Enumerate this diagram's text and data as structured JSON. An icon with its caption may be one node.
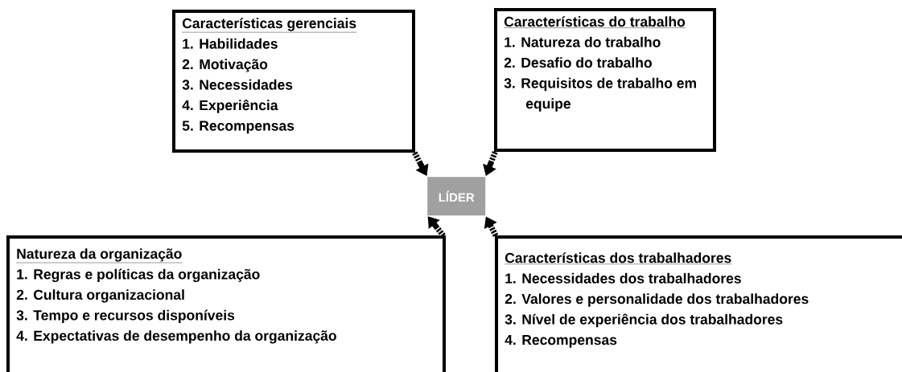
{
  "diagram": {
    "nodes": [
      {
        "text": [
          "Características gerenciais",
          "1. Habilidades",
          "2. Motivação",
          "3. Necessidades",
          "4. Experiência",
          "5. Recompensas"
        ]
      },
      {
        "text": [
          "Características do trabalho",
          "1. Natureza do trabalho",
          "2. Desafio do trabalho",
          "3. Requisitos de trabalho em equipe"
        ]
      },
      {
        "text": [
          "LÍDER"
        ]
      },
      {
        "text": [
          "Natureza da organização",
          "1. Regras e políticas da organização",
          "2. Cultura organizacional",
          "3. Tempo e recursos disponíveis",
          "4. Expectativas de desempenho da organização"
        ]
      },
      {
        "text": [
          "Características dos trabalhadores",
          "1. Necessidades dos trabalhadores",
          "2. Valores e personalidade dos trabalhadores",
          "3. Nível de experiência dos trabalhadores",
          "4. Recompensas"
        ]
      }
    ],
    "edges": [
      {
        "from": 0,
        "to": 2,
        "arrow": "to"
      },
      {
        "from": 1,
        "to": 2,
        "arrow": "to"
      },
      {
        "from": 3,
        "to": 2,
        "arrow": "to"
      },
      {
        "from": 4,
        "to": 2,
        "arrow": "to"
      }
    ]
  }
}
